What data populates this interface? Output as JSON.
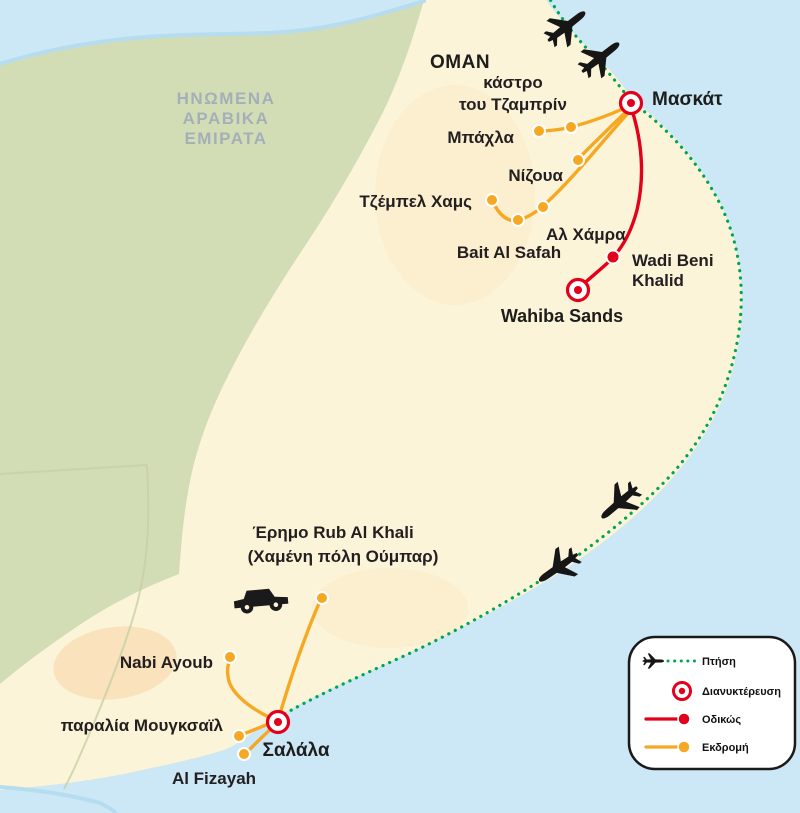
{
  "map": {
    "regions": {
      "uae_line1": "ΗΝΩΜΕΝΑ",
      "uae_line2": "ΑΡΑΒΙΚΑ",
      "uae_line3": "ΕΜΙΡΑΤΑ",
      "oman": "OMAN"
    },
    "places": {
      "muscat": "Μασκάτ",
      "jabrin_line1": "κάστρο",
      "jabrin_line2": "του Τζαμπρίν",
      "bahla": "Μπάχλα",
      "nizwa": "Νίζουα",
      "jebel_shams": "Τζέμπελ Χαμς",
      "al_hamra": "Αλ Χάμρα",
      "bait_al_safah": "Bait Al Safah",
      "wadi_beni_khalid_line1": "Wadi Beni",
      "wadi_beni_khalid_line2": "Khalid",
      "wahiba_sands": "Wahiba Sands",
      "rub_al_khali_line1": "Έρημο Rub Al Khali",
      "rub_al_khali_line2": "(Χαμένη πόλη Ούμπαρ)",
      "nabi_ayoub": "Nabi Ayoub",
      "mughsail_beach": "παραλία Μουγκσαϊλ",
      "al_fizayah": "Al Fizayah",
      "salalah": "Σαλάλα"
    },
    "legend": {
      "flight": "Πτήση",
      "overnight": "Διανυκτέρευση",
      "by_road": "Οδικώς",
      "excursion": "Εκδρομή"
    },
    "icons": {
      "airplane": "airplane-icon",
      "jeep": "jeep-icon",
      "overnight_marker": "overnight-marker",
      "stop_dot": "stop-dot"
    },
    "colors": {
      "sea": "#cce7f5",
      "mainland_green": "#d3ddb5",
      "oman_cream": "#fcf4d9",
      "desert_peach": "#f8e0b8",
      "river_blue": "#b5dcef",
      "flight_route": "#00a551",
      "road_route": "#e2001a",
      "excursion_route": "#f7a823",
      "region_label_gray": "#a5afb7",
      "label_text": "#231f20"
    }
  }
}
